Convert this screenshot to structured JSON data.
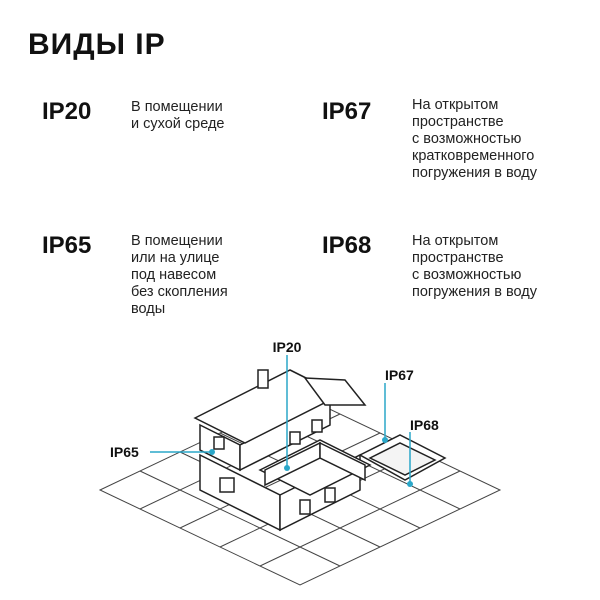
{
  "title": "ВИДЫ IP",
  "ratings": {
    "ip20": {
      "code": "IP20",
      "desc": "В помещении\nи сухой среде"
    },
    "ip67": {
      "code": "IP67",
      "desc": "На открытом\nпространстве\nс возможностью\nкратковременного\nпогружения в воду"
    },
    "ip65": {
      "code": "IP65",
      "desc": "В помещении\nили на улице\nпод навесом\nбез скопления\nводы"
    },
    "ip68": {
      "code": "IP68",
      "desc": "На открытом\nпространстве\nс возможностью\nпогружения в воду"
    }
  },
  "diagram": {
    "labels": {
      "ip20": "IP20",
      "ip67": "IP67",
      "ip65": "IP65",
      "ip68": "IP68"
    },
    "colors": {
      "accent": "#2aa7c9",
      "line": "#222222",
      "grid": "#444444"
    }
  }
}
